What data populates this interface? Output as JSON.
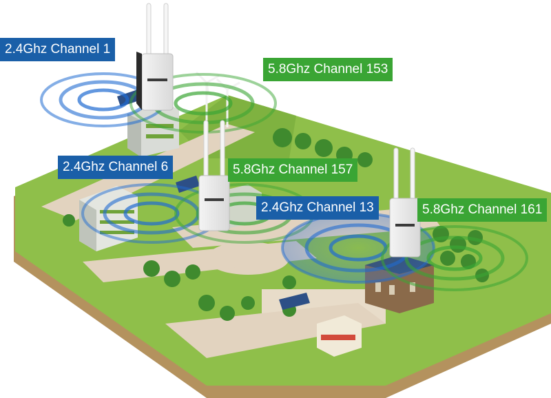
{
  "labels": {
    "ch1": "2.4Ghz Channel 1",
    "ch153": "5.8Ghz Channel 153",
    "ch6": "2.4Ghz Channel 6",
    "ch157": "5.8Ghz Channel 157",
    "ch13": "2.4Ghz Channel 13",
    "ch161": "5.8Ghz Channel 161"
  },
  "colors": {
    "band_2_4ghz": "#1a5fa8",
    "band_5_8ghz": "#3aa534",
    "ground": "#8fbf4a",
    "road": "#e2d3bf",
    "tree": "#3f8a2e",
    "background": "#ffffff"
  },
  "icons": [
    "access-point-icon",
    "tree-icon",
    "building-icon",
    "wind-turbine-icon",
    "solar-panel-icon",
    "kiosk-icon"
  ]
}
